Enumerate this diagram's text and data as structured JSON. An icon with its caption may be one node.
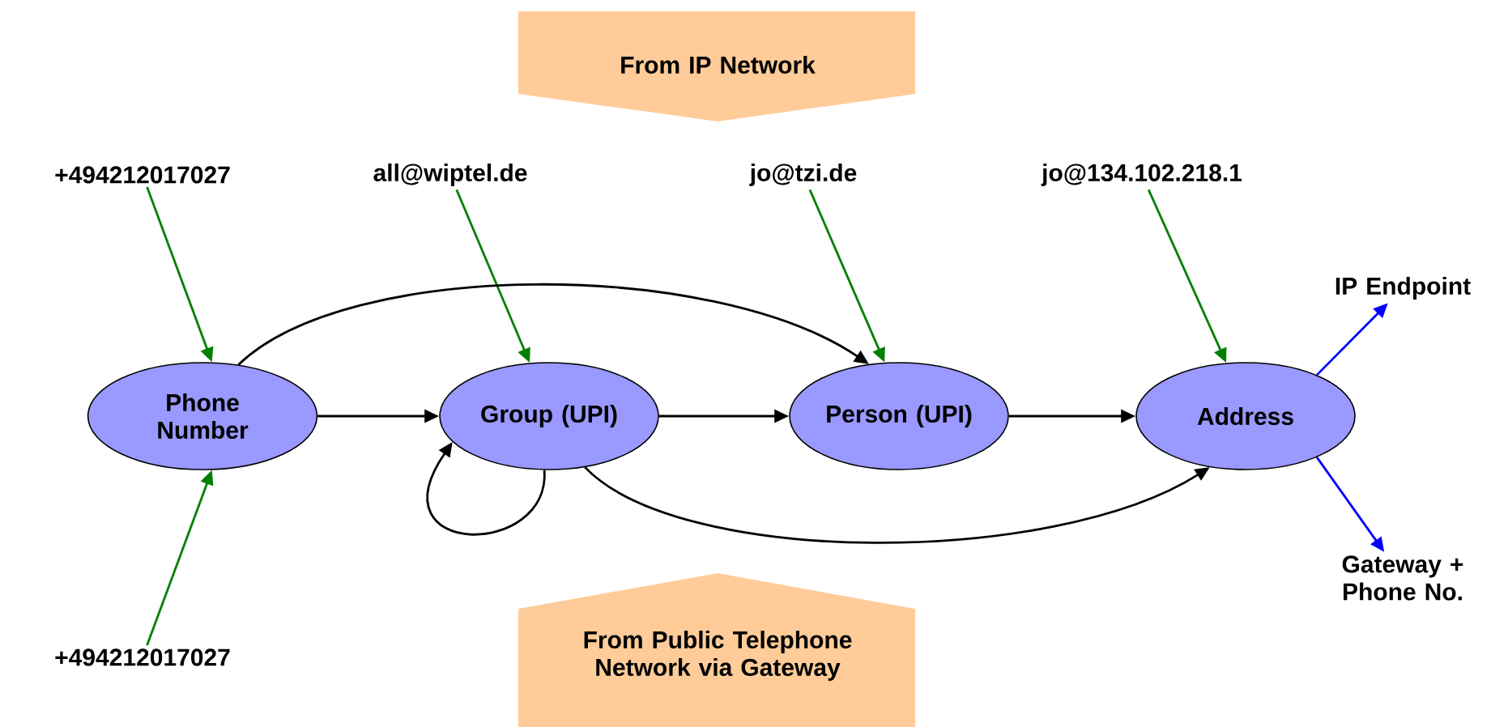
{
  "diagram": {
    "nodes": [
      {
        "text": [
          "Phone Number"
        ]
      },
      {
        "text": [
          "Group (UPI)"
        ]
      },
      {
        "text": [
          "Person (UPI)"
        ]
      },
      {
        "text": [
          "Address"
        ]
      },
      {
        "text": [
          "+494212017027"
        ]
      },
      {
        "text": [
          "+494212017027"
        ]
      },
      {
        "text": [
          "all@wiptel.de"
        ]
      },
      {
        "text": [
          "jo@tzi.de"
        ]
      },
      {
        "text": [
          "jo@134.102.218.1"
        ]
      },
      {
        "text": [
          "IP Endpoint"
        ]
      },
      {
        "text": [
          "Gateway + Phone No."
        ]
      },
      {
        "text": [
          "From IP Network"
        ]
      },
      {
        "text": [
          "From Public Telephone Network via Gateway"
        ]
      }
    ],
    "edges": [
      {
        "from": 4,
        "to": 0,
        "arrow": "to",
        "color": "#008000"
      },
      {
        "from": 5,
        "to": 0,
        "arrow": "to",
        "color": "#008000"
      },
      {
        "from": 6,
        "to": 1,
        "arrow": "to",
        "color": "#008000"
      },
      {
        "from": 7,
        "to": 2,
        "arrow": "to",
        "color": "#008000"
      },
      {
        "from": 8,
        "to": 3,
        "arrow": "to",
        "color": "#008000"
      },
      {
        "from": 0,
        "to": 1,
        "arrow": "to"
      },
      {
        "from": 1,
        "to": 2,
        "arrow": "to"
      },
      {
        "from": 2,
        "to": 3,
        "arrow": "to"
      },
      {
        "from": 0,
        "to": 2,
        "arrow": "to"
      },
      {
        "from": 1,
        "to": 1,
        "arrow": "to"
      },
      {
        "from": 1,
        "to": 3,
        "arrow": "to"
      },
      {
        "from": 3,
        "to": 9,
        "arrow": "to",
        "color": "#0000ff"
      },
      {
        "from": 3,
        "to": 10,
        "arrow": "to",
        "color": "#0000ff"
      }
    ]
  }
}
